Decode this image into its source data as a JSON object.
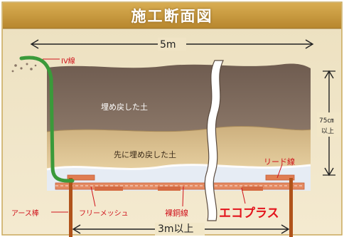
{
  "title": "施工断面図",
  "dimensions": {
    "top_width": "5m",
    "depth_line1": "75㎝",
    "depth_line2": "以上",
    "bottom_width": "3m以上"
  },
  "labels": {
    "iv_wire": "IV線",
    "backfill_soil": "埋め戻した土",
    "pre_backfill_soil": "先に埋め戻した土",
    "lead_wire": "リード線",
    "earth_rod": "アース棒",
    "free_mesh": "フリーメッシュ",
    "bare_copper": "裸銅線",
    "product": "エコプラス"
  },
  "colors": {
    "title_gold": "#c89a3c",
    "background_beige": "#f2e7c8",
    "backfill_brown": "#7f6b5e",
    "sand": "#d9bd8a",
    "gravel": "#e4eaf2",
    "ecoplus_orange": "#e07d52",
    "rod_copper": "#b0531a",
    "wire_green": "#3a9a3a",
    "label_red": "#d0131c"
  }
}
